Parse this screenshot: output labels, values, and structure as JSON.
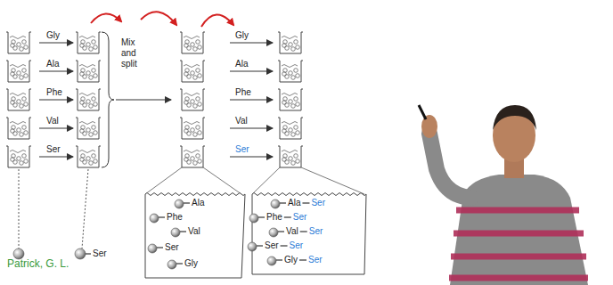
{
  "diagram": {
    "nodes": [
      {
        "text": [
          "Ala",
          "Phe",
          "Val",
          "Ser",
          "Gly"
        ]
      },
      {
        "text": [
          "Ala",
          "Ser",
          "Phe",
          "Ser",
          "Val",
          "Ser",
          "Ser",
          "Ser",
          "Gly",
          "Ser"
        ]
      }
    ],
    "labels": [
      "Gly",
      "Ala",
      "Phe",
      "Val",
      "Ser",
      "Ser",
      "Mix and split",
      "Gly",
      "Ala",
      "Phe",
      "Val",
      "Ser",
      "Patrick, G. L."
    ]
  }
}
